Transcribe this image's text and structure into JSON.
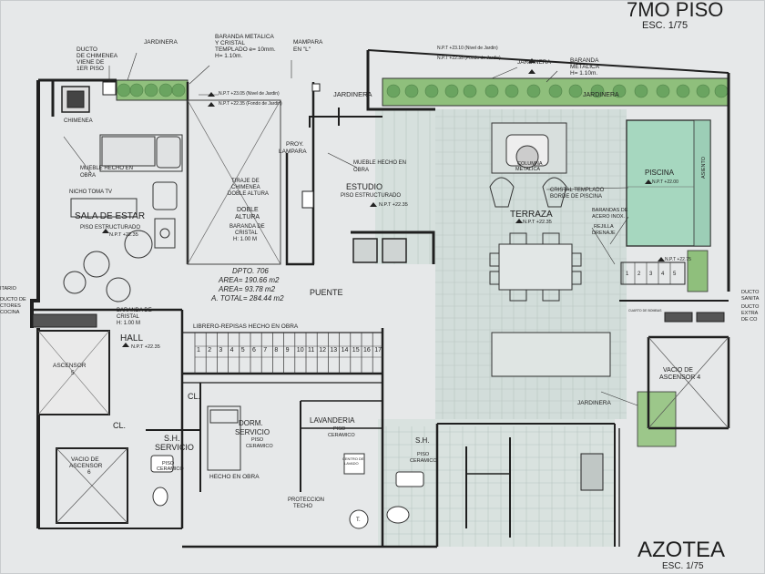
{
  "titles": {
    "top_floor": "7MO PISO",
    "top_scale": "ESC. 1/75",
    "bottom_title": "AZOTEA",
    "bottom_scale": "ESC. 1/75"
  },
  "annotations": {
    "ducto_chimenea": [
      "DUCTO",
      "DE CHIMENEA",
      "VIENE DE",
      "1ER PISO"
    ],
    "jardinera_top": "JARDINERA",
    "baranda_cristal": [
      "BARANDA METALICA",
      "Y CRISTAL",
      "TEMPLADO e= 10mm.",
      "H= 1.10m."
    ],
    "mampara": [
      "MAMPARA",
      "EN \"L\""
    ],
    "npt_jardin_l1": "N.P.T +23.05 (Nivel de Jardin)",
    "npt_fondo_l1": "N.P.T +22.35 (Fondo de Jardin)",
    "npt_jardin_r1": "N.P.T +23.10 (Nivel de Jardin)",
    "npt_fondo_r1": "N.P.T +22.35 (Fondo de Jardin)",
    "jardinera_mid": "JARDINERA",
    "jardinera_right": "JARDINERA",
    "jardinera_right2": "JARDINERA",
    "baranda_metalica_r": [
      "BARANDA",
      "METALICA",
      "H= 1.10m."
    ],
    "chimenea": "CHIMENEA",
    "mueble_hecho": [
      "MUEBLE HECHO EN",
      "OBRA"
    ],
    "nicho_tv": "NICHO TOMA TV",
    "sala_estar": "SALA DE ESTAR",
    "piso_estructurado": "PISO ESTRUCTURADO",
    "npt_sala": "N.P.T +22.35",
    "tiraje": [
      "TIRAJE DE",
      "CHIMENEA",
      "DOBLE ALTURA"
    ],
    "doble_altura": [
      "DOBLE",
      "ALTURA"
    ],
    "baranda_cristal_mid": [
      "BARANDA DE",
      "CRISTAL",
      "H: 1.00 M"
    ],
    "proy_lampara": [
      "PROY.",
      "LAMPARA"
    ],
    "mueble_estudio": [
      "MUEBLE HECHO EN",
      "OBRA"
    ],
    "estudio": "ESTUDIO",
    "piso_estudio": "PISO ESTRUCTURADO",
    "npt_estudio": "N.P.T +22.35",
    "dpto": "DPTO. 706",
    "area1": "AREA= 190.66 m2",
    "area2": "AREA= 93.78 m2",
    "area_total": "A. TOTAL= 284.44 m2",
    "puente": "PUENTE",
    "baranda_hall": [
      "BARANDA DE",
      "CRISTAL",
      "H: 1.00 M"
    ],
    "hall": "HALL",
    "npt_hall": "N.P.T +22.35",
    "libreria": "LIBRERO-REPISAS HECHO EN OBRA",
    "stair_numbers": [
      "1",
      "2",
      "3",
      "4",
      "5",
      "6",
      "7",
      "8",
      "9",
      "10",
      "11",
      "12",
      "13",
      "14",
      "15",
      "16",
      "17"
    ],
    "itario": "ITARIO",
    "ducto_left": [
      "DUCTO DE",
      "CTORES",
      "COCINA"
    ],
    "ascensor5": [
      "ASCENSOR",
      "5"
    ],
    "cl1": "CL.",
    "cl2": "CL.",
    "vacio_asc6": [
      "VACIO DE",
      "ASCENSOR",
      "6"
    ],
    "sh_servicio": [
      "S.H.",
      "SERVICIO"
    ],
    "piso_ceramico_sh": [
      "PISO",
      "CERAMICO"
    ],
    "dorm_servicio": [
      "DORM.",
      "SERVICIO"
    ],
    "piso_ceramico_dorm": [
      "PISO",
      "CERAMICO"
    ],
    "hecho_obra": "HECHO EN OBRA",
    "lavanderia": "LAVANDERIA",
    "piso_ceramico_lav": [
      "PISO",
      "CERAMICO"
    ],
    "centro_lavado": [
      "CENTRO DE",
      "LAVADO"
    ],
    "proteccion_techo": [
      "PROTECCION",
      "TECHO"
    ],
    "sh_right": "S.H.",
    "piso_ceramico_sh2": [
      "PISO",
      "CERAMICO"
    ],
    "t_label": "T.",
    "columna_metalica": [
      "COLUMNA",
      "METALICA"
    ],
    "terraza": "TERRAZA",
    "npt_terraza": "N.P.T +22.35",
    "cristal_templado": [
      "CRISTAL TEMPLADO",
      "BORDE DE PISCINA"
    ],
    "piscina": "PISCINA",
    "npt_piscina": "N.P.T +22.00",
    "asiento": "ASIENTO",
    "barandas_acero": [
      "BARANDAS DE",
      "ACERO INOX."
    ],
    "rejilla": [
      "REJILLA",
      "DRENAJE"
    ],
    "npt_stairs_r": "N.P.T +22.75",
    "stairs_r_numbers": [
      "1",
      "2",
      "3",
      "4",
      "5"
    ],
    "cuarto_bombas": "CUARTO DE BOMBAS",
    "ducto_sanitario": [
      "DUCTO",
      "SANITA"
    ],
    "ducto_extractor": [
      "DUCTO",
      "EXTRA",
      "DE CO"
    ],
    "vacio_asc4": [
      "VACIO DE",
      "ASCENSOR 4"
    ],
    "jardinera_low": "JARDINERA"
  },
  "colors": {
    "paper": "#e9ebec",
    "ink": "#2a2a2a",
    "terrace": "#d3dedb",
    "pool": "#a9d8c0",
    "garden": "#8fbf7c",
    "garden_dark": "#5d9a56"
  }
}
